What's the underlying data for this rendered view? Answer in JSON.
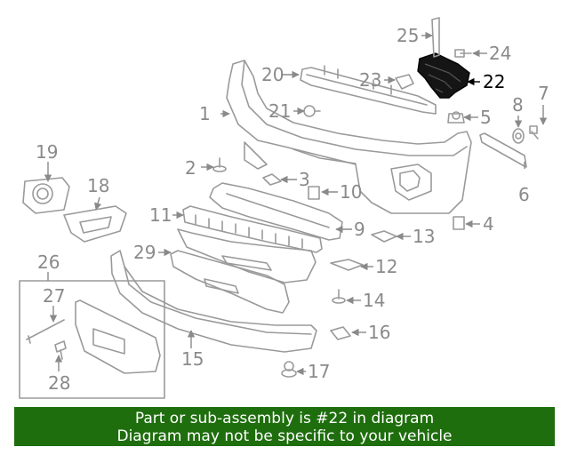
{
  "callouts": {
    "c1": "1",
    "c2": "2",
    "c3": "3",
    "c4": "4",
    "c5": "5",
    "c6": "6",
    "c7": "7",
    "c8": "8",
    "c9": "9",
    "c10": "10",
    "c11": "11",
    "c12": "12",
    "c13": "13",
    "c14": "14",
    "c15": "15",
    "c16": "16",
    "c17": "17",
    "c18": "18",
    "c19": "19",
    "c20": "20",
    "c21": "21",
    "c22": "22",
    "c23": "23",
    "c24": "24",
    "c25": "25",
    "c26": "26",
    "c27": "27",
    "c28": "28",
    "c29": "29"
  },
  "highlighted_part": "22",
  "colors": {
    "line": "#9a9a9a",
    "highlight_part": "#111111",
    "banner_bg": "#1f6e0e",
    "banner_text": "#ffffff"
  },
  "banner": {
    "line1": "Part or sub-assembly is #22 in diagram",
    "line2": "Diagram may not be specific to your vehicle"
  }
}
